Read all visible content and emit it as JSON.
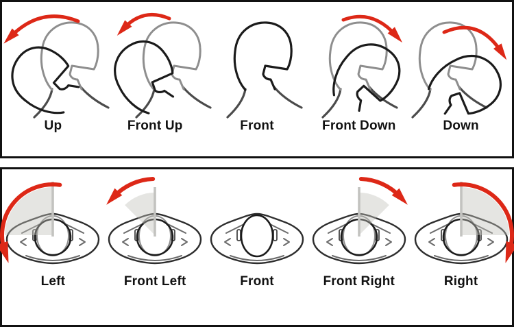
{
  "figure": {
    "type": "head-pose-diagram",
    "background": "#ffffff",
    "border_color": "#111111",
    "label_color": "#111111"
  },
  "colors": {
    "arrow_red": "#dd2817",
    "sketch_black": "#1b1b1b",
    "reference_gray": "#8e8e8e",
    "shoulder_gray": "#4b4b4b",
    "outline_dark": "#2e2e2e",
    "inner_gray": "#6a6a6a",
    "ear_gray": "#444444",
    "sector_fill": "rgba(193,193,187,0.42)",
    "plane_gray": "#c3c3c0"
  },
  "panels": [
    {
      "name": "pitch",
      "view": "side-view head tilt",
      "poses": [
        {
          "label": "Up",
          "tilt_deg": -58,
          "arrow": "counterclockwise",
          "has_reference": true
        },
        {
          "label": "Front Up",
          "tilt_deg": -33,
          "arrow": "counterclockwise",
          "has_reference": true
        },
        {
          "label": "Front",
          "tilt_deg": 0,
          "arrow": "none",
          "has_reference": false
        },
        {
          "label": "Front Down",
          "tilt_deg": 33,
          "arrow": "clockwise",
          "has_reference": true
        },
        {
          "label": "Down",
          "tilt_deg": 58,
          "arrow": "clockwise",
          "has_reference": true
        }
      ]
    },
    {
      "name": "yaw",
      "view": "top-view head turn",
      "poses": [
        {
          "label": "Left",
          "yaw_deg": -90,
          "arrow": "counterclockwise",
          "has_sector": true
        },
        {
          "label": "Front Left",
          "yaw_deg": -45,
          "arrow": "counterclockwise",
          "has_sector": true
        },
        {
          "label": "Front",
          "yaw_deg": 0,
          "arrow": "none",
          "has_sector": false
        },
        {
          "label": "Front Right",
          "yaw_deg": 45,
          "arrow": "clockwise",
          "has_sector": true
        },
        {
          "label": "Right",
          "yaw_deg": 90,
          "arrow": "clockwise",
          "has_sector": true
        }
      ]
    }
  ]
}
